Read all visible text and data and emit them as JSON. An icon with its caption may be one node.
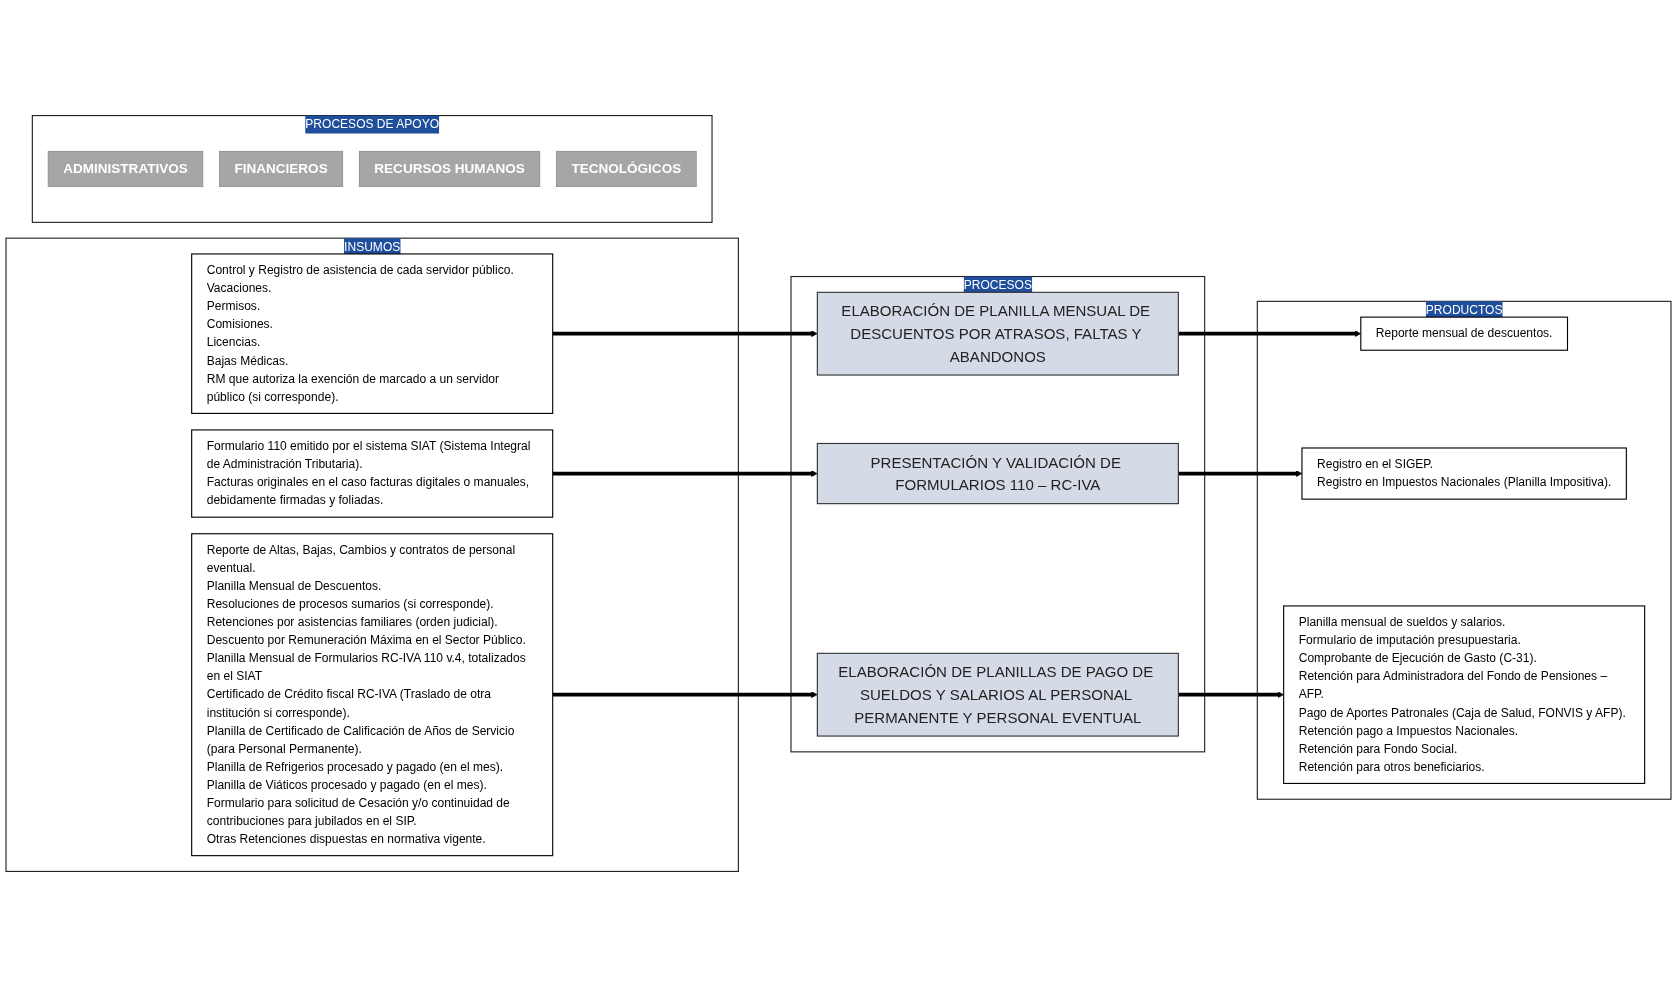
{
  "diagram": {
    "nodes": [
      {
        "text": [
          "INSUMOS"
        ]
      },
      {
        "text": [
          "Control y Registro de asistencia de cada servidor público.",
          "Vacaciones.",
          "Permisos.",
          "Comisiones.",
          "Licencias.",
          "Bajas Médicas.",
          "RM que autoriza la exención de marcado a un servidor público (si corresponde)."
        ],
        "in": 0
      },
      {
        "text": [
          "Formulario 110 emitido por el sistema SIAT (Sistema Integral de Administración Tributaria).",
          "Facturas originales en el caso facturas digitales o manuales, debidamente firmadas y foliadas."
        ],
        "in": 0
      },
      {
        "text": [
          "Reporte de Altas, Bajas, Cambios y contratos de personal eventual.",
          "Planilla Mensual de Descuentos.",
          "Resoluciones de procesos sumarios (si corresponde).",
          "Retenciones por asistencias familiares (orden judicial).",
          "Descuento por Remuneración Máxima en el Sector Público.",
          "Planilla Mensual de Formularios RC-IVA 110 v.4, totalizados en el SIAT",
          "Certificado de Crédito fiscal RC-IVA (Traslado de otra institución si corresponde).",
          "Planilla de Certificado de Calificación de Años de Servicio (para Personal Permanente).",
          "Planilla de Refrigerios procesado y pagado (en el mes).",
          "Planilla de Viáticos procesado y pagado (en el mes).",
          "Formulario para solicitud de Cesación y/o continuidad de contribuciones para jubilados en el SIP.",
          "Otras Retenciones dispuestas en normativa vigente."
        ],
        "in": 0
      },
      {
        "text": [
          "PROCESOS"
        ]
      },
      {
        "text": [
          "ELABORACIÓN DE PLANILLA MENSUAL DE DESCUENTOS POR ATRASOS, FALTAS Y ABANDONOS"
        ],
        "in": 4
      },
      {
        "text": [
          "PRESENTACIÓN Y VALIDACIÓN DE FORMULARIOS 110 – RC-IVA"
        ],
        "in": 4
      },
      {
        "text": [
          "ELABORACIÓN DE PLANILLAS DE PAGO DE SUELDOS Y SALARIOS AL PERSONAL PERMANENTE Y PERSONAL EVENTUAL"
        ],
        "in": 4
      },
      {
        "text": [
          "PRODUCTOS"
        ]
      },
      {
        "text": [
          "Reporte mensual de descuentos."
        ],
        "in": 8
      },
      {
        "text": [
          "Registro en el SIGEP.",
          "Registro en Impuestos Nacionales (Planilla Impositiva)."
        ],
        "in": 8
      },
      {
        "text": [
          "Planilla mensual de sueldos y salarios.",
          "Formulario de imputación presupuestaria.",
          "Comprobante de Ejecución de Gasto (C-31).",
          "Retención para Administradora del Fondo de Pensiones – AFP.",
          "Pago de Aportes Patronales (Caja de Salud, FONVIS y AFP).",
          "Retención pago a Impuestos Nacionales.",
          "Retención para Fondo Social.",
          "Retención para otros beneficiarios."
        ],
        "in": 8
      },
      {
        "text": [
          "PROCESOS DE APOYO"
        ]
      },
      {
        "text": [
          "ADMINISTRATIVOS"
        ],
        "in": 12
      },
      {
        "text": [
          "FINANCIEROS"
        ],
        "in": 12
      },
      {
        "text": [
          "RECURSOS HUMANOS"
        ],
        "in": 12
      },
      {
        "text": [
          "TECNOLÓGICOS"
        ],
        "in": 12
      }
    ],
    "edges": [
      {
        "from": 1,
        "to": 5,
        "arrow": "to"
      },
      {
        "from": 2,
        "to": 6,
        "arrow": "to"
      },
      {
        "from": 3,
        "to": 7,
        "arrow": "to"
      },
      {
        "from": 5,
        "to": 9,
        "arrow": "to"
      },
      {
        "from": 6,
        "to": 10,
        "arrow": "to"
      },
      {
        "from": 7,
        "to": 11,
        "arrow": "to"
      }
    ]
  }
}
